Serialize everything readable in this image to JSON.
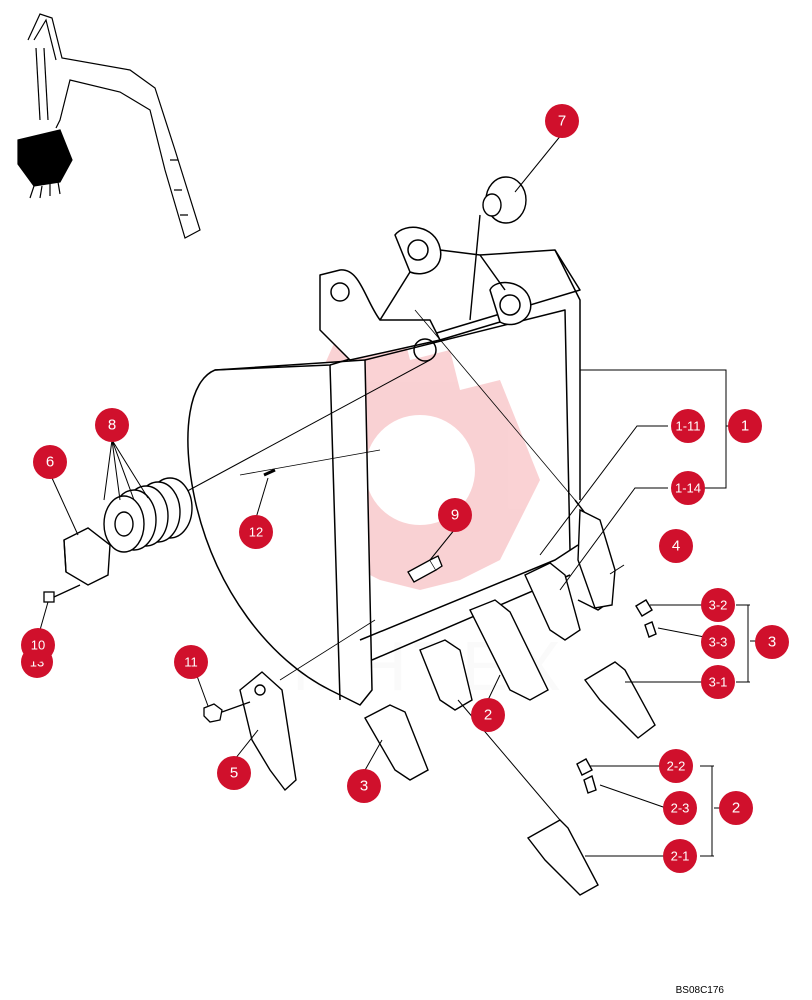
{
  "diagram": {
    "reference_code": "BS08C176",
    "watermark_text": "MHTEX",
    "callout_color": "#d0102c",
    "callouts": {
      "c1": "1",
      "c1_11": "1-11",
      "c1_14": "1-14",
      "c2a": "2",
      "c2b": "2",
      "c2_1": "2-1",
      "c2_2": "2-2",
      "c2_3": "2-3",
      "c3a": "3",
      "c3b": "3",
      "c3_1": "3-1",
      "c3_2": "3-2",
      "c3_3": "3-3",
      "c4": "4",
      "c5": "5",
      "c6": "6",
      "c7": "7",
      "c8": "8",
      "c9": "9",
      "c10": "10",
      "c11": "11",
      "c12": "12",
      "c13": "13"
    }
  }
}
